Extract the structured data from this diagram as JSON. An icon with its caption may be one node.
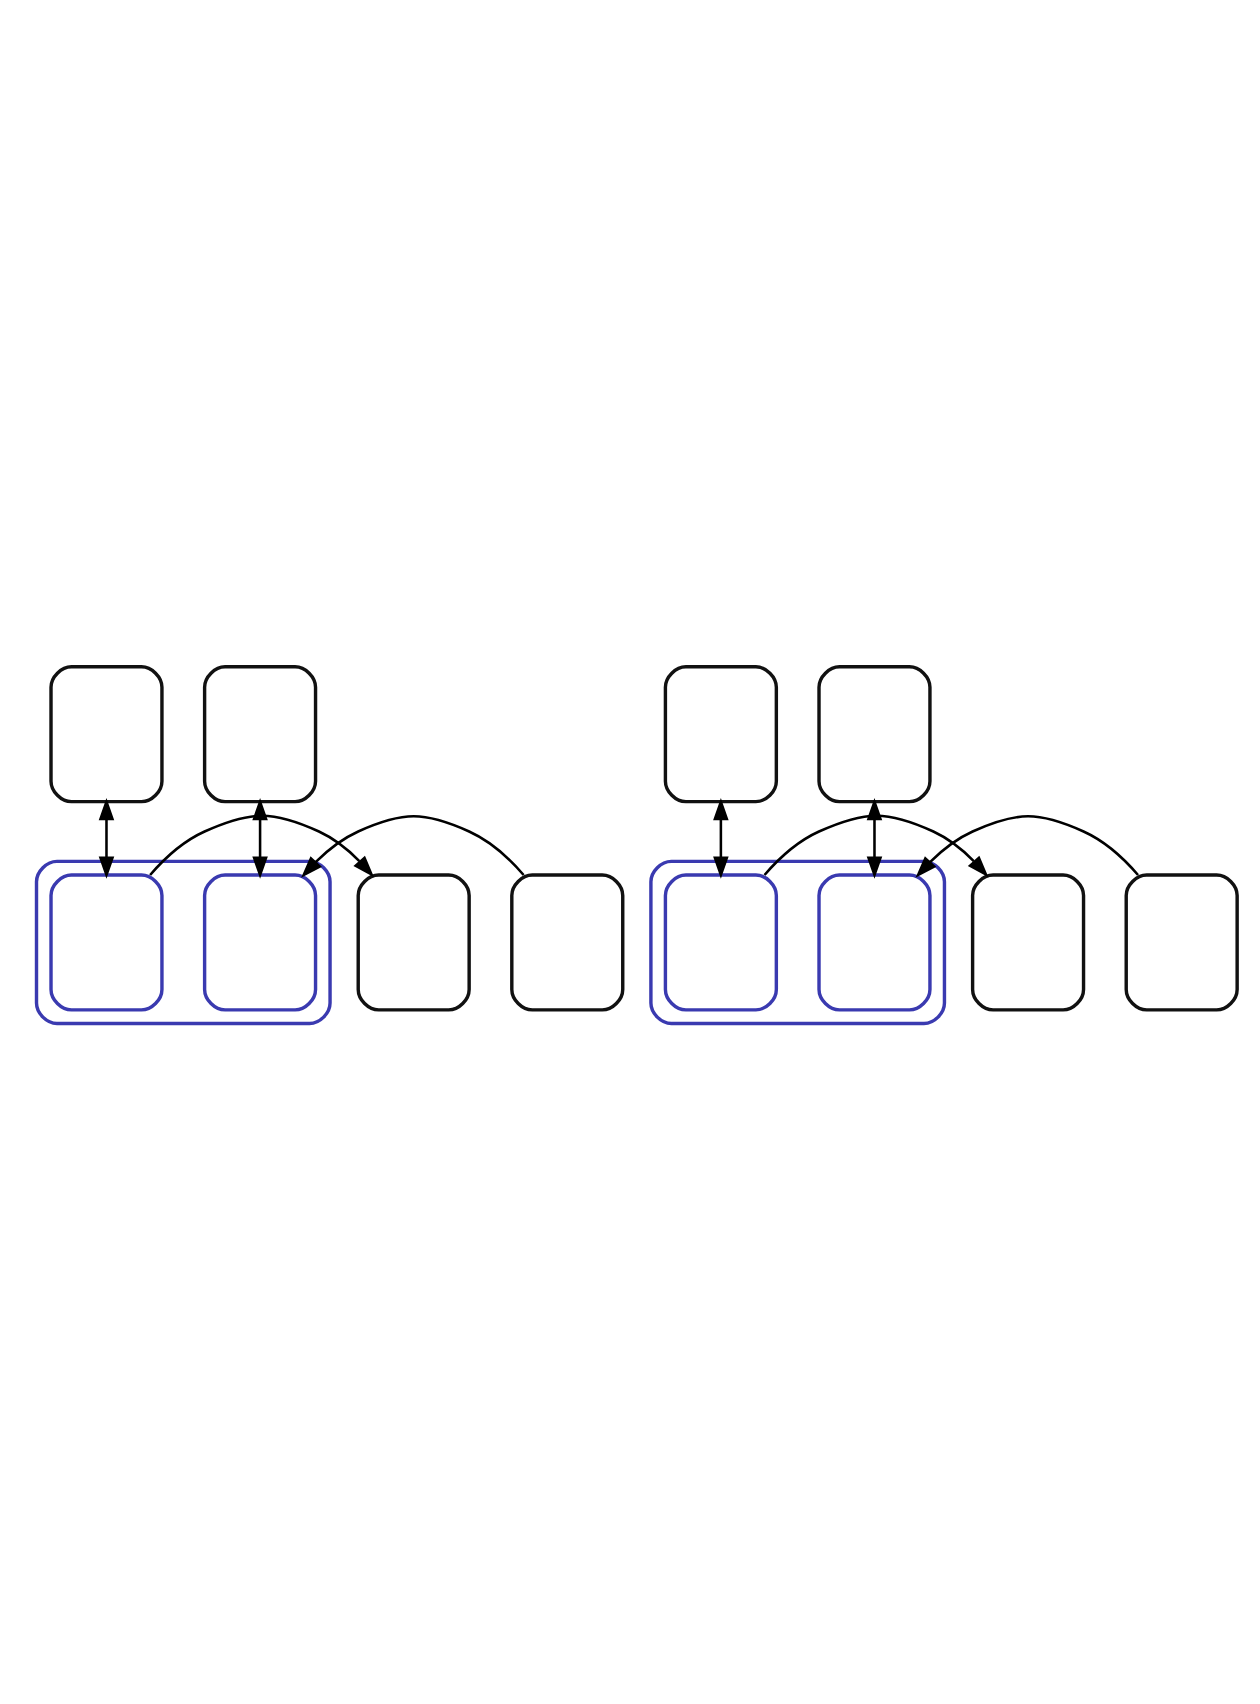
{
  "diagram": {
    "nodes": [
      {
        "text": [],
        "shape": "box"
      },
      {
        "text": [],
        "shape": "box"
      },
      {
        "text": [],
        "shape": "box"
      },
      {
        "text": [],
        "shape": "box"
      },
      {
        "text": [],
        "shape": "box",
        "in": 3
      },
      {
        "text": [],
        "shape": "box",
        "in": 3
      },
      {
        "text": [],
        "shape": "box"
      },
      {
        "text": [],
        "shape": "box"
      },
      {
        "text": [],
        "shape": "box"
      },
      {
        "text": [],
        "shape": "box"
      },
      {
        "text": [],
        "shape": "box"
      },
      {
        "text": [],
        "shape": "box",
        "in": 10
      },
      {
        "text": [],
        "shape": "box",
        "in": 10
      },
      {
        "text": [],
        "shape": "box"
      }
    ],
    "edges": [
      {
        "from": 0,
        "to": 4,
        "arrow": "both"
      },
      {
        "from": 1,
        "to": 5,
        "arrow": "both"
      },
      {
        "from": 4,
        "to": 2,
        "arrow": "to"
      },
      {
        "from": 6,
        "to": 5,
        "arrow": "to"
      },
      {
        "from": 7,
        "to": 11,
        "arrow": "both"
      },
      {
        "from": 8,
        "to": 12,
        "arrow": "both"
      },
      {
        "from": 11,
        "to": 9,
        "arrow": "to"
      },
      {
        "from": 13,
        "to": 12,
        "arrow": "to"
      }
    ]
  }
}
